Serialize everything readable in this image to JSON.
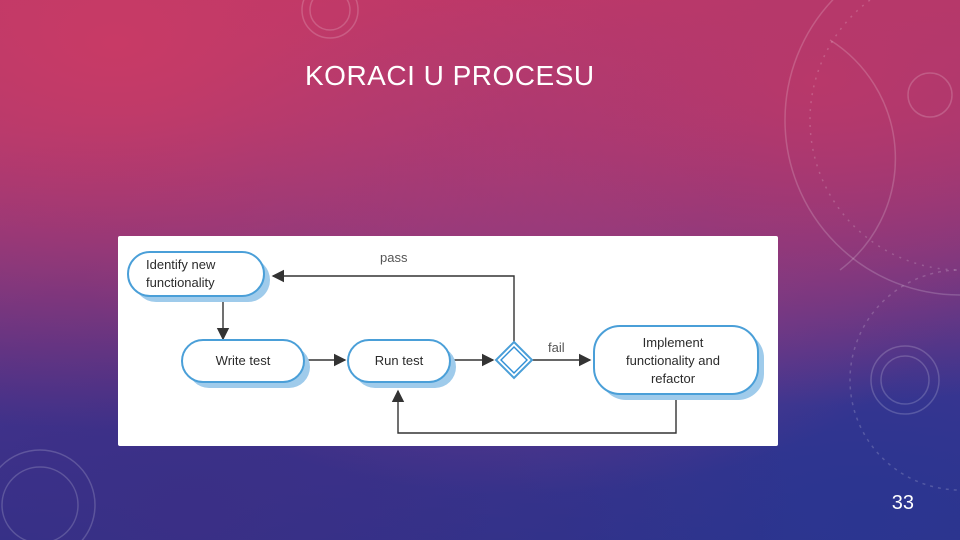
{
  "slide": {
    "title": "KORACI U PROCESU",
    "page_number": "33"
  },
  "diagram": {
    "nodes": {
      "identify": {
        "line1": "Identify new",
        "line2": "functionality"
      },
      "write_test": {
        "label": "Write test"
      },
      "run_test": {
        "label": "Run test"
      },
      "implement": {
        "line1": "Implement",
        "line2": "functionality and",
        "line3": "refactor"
      }
    },
    "edges": {
      "pass_label": "pass",
      "fail_label": "fail"
    }
  },
  "colors": {
    "node_border": "#4a9fd8",
    "node_shadow": "#6aaee0",
    "decision_fill": "#2f8fd6",
    "line": "#333333"
  }
}
